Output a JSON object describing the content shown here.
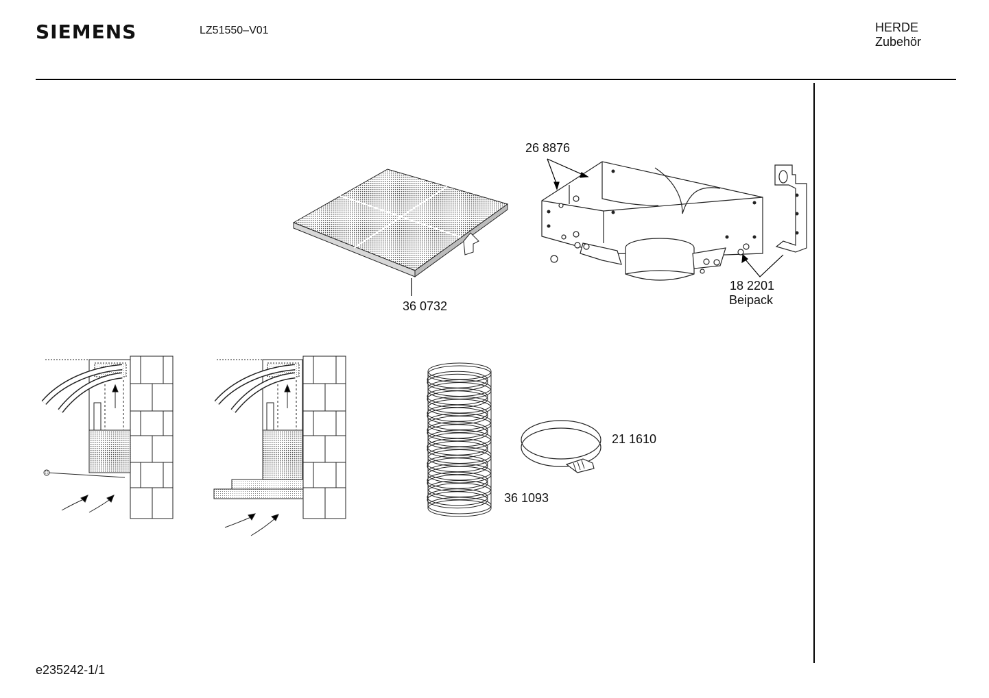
{
  "header": {
    "brand": "SIEMENS",
    "model_code": "LZ51550–V01",
    "category_line1": "HERDE",
    "category_line2": "Zubehör"
  },
  "parts": {
    "filter": "36 0732",
    "bracket": "26 8876",
    "screws_number": "18 2201",
    "screws_note": "Beipack",
    "clamp": "21 1610",
    "hose": "36 1093"
  },
  "footer": {
    "doc_id": "e235242-1/1"
  }
}
